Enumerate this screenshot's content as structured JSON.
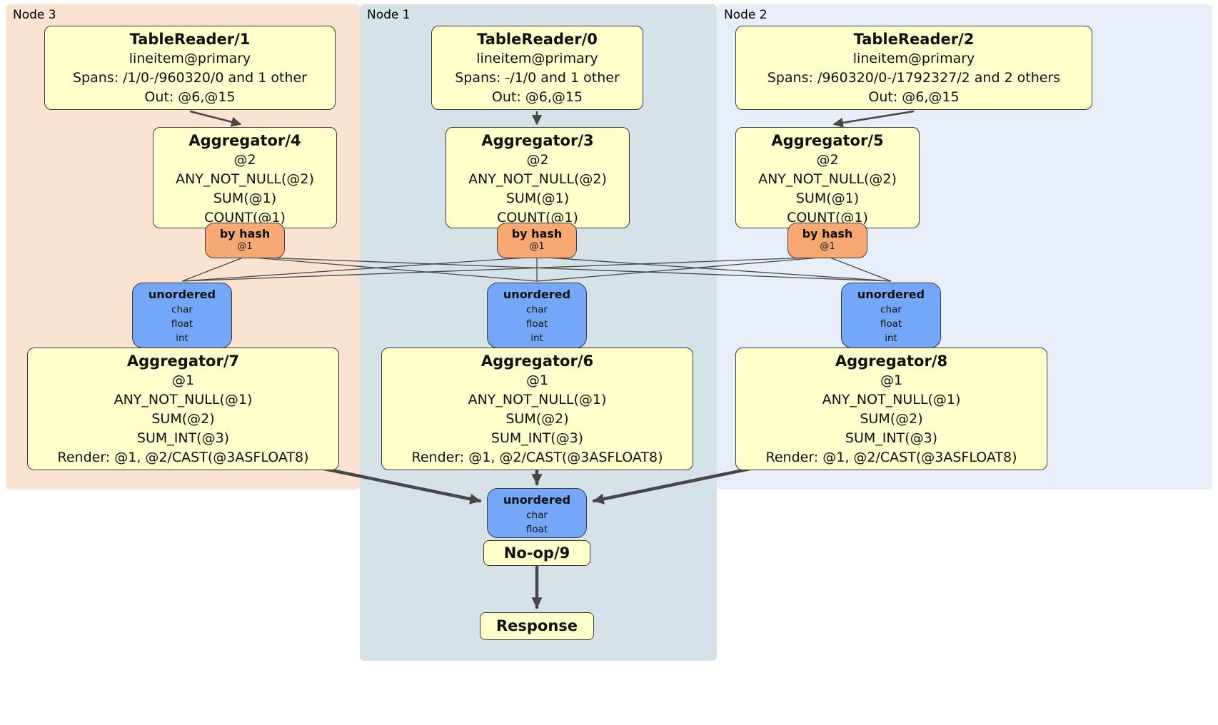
{
  "nodes": [
    {
      "label": "Node 3",
      "tablereader": {
        "title": "TableReader/1",
        "lines": [
          "lineitem@primary",
          "Spans: /1/0-/960320/0 and 1 other",
          "Out: @6,@15"
        ]
      },
      "aggregator_top": {
        "title": "Aggregator/4",
        "lines": [
          "@2",
          "ANY_NOT_NULL(@2)",
          "SUM(@1)",
          "COUNT(@1)"
        ]
      },
      "router": {
        "title": "by hash",
        "detail": "@1"
      },
      "sync": {
        "title": "unordered",
        "lines": [
          "char",
          "float",
          "int"
        ]
      },
      "aggregator_bottom": {
        "title": "Aggregator/7",
        "lines": [
          "@1",
          "ANY_NOT_NULL(@1)",
          "SUM(@2)",
          "SUM_INT(@3)",
          "Render: @1, @2/CAST(@3ASFLOAT8)"
        ]
      }
    },
    {
      "label": "Node 1",
      "tablereader": {
        "title": "TableReader/0",
        "lines": [
          "lineitem@primary",
          "Spans: -/1/0 and 1 other",
          "Out: @6,@15"
        ]
      },
      "aggregator_top": {
        "title": "Aggregator/3",
        "lines": [
          "@2",
          "ANY_NOT_NULL(@2)",
          "SUM(@1)",
          "COUNT(@1)"
        ]
      },
      "router": {
        "title": "by hash",
        "detail": "@1"
      },
      "sync": {
        "title": "unordered",
        "lines": [
          "char",
          "float",
          "int"
        ]
      },
      "aggregator_bottom": {
        "title": "Aggregator/6",
        "lines": [
          "@1",
          "ANY_NOT_NULL(@1)",
          "SUM(@2)",
          "SUM_INT(@3)",
          "Render: @1, @2/CAST(@3ASFLOAT8)"
        ]
      }
    },
    {
      "label": "Node 2",
      "tablereader": {
        "title": "TableReader/2",
        "lines": [
          "lineitem@primary",
          "Spans: /960320/0-/1792327/2 and 2 others",
          "Out: @6,@15"
        ]
      },
      "aggregator_top": {
        "title": "Aggregator/5",
        "lines": [
          "@2",
          "ANY_NOT_NULL(@2)",
          "SUM(@1)",
          "COUNT(@1)"
        ]
      },
      "router": {
        "title": "by hash",
        "detail": "@1"
      },
      "sync": {
        "title": "unordered",
        "lines": [
          "char",
          "float",
          "int"
        ]
      },
      "aggregator_bottom": {
        "title": "Aggregator/8",
        "lines": [
          "@1",
          "ANY_NOT_NULL(@1)",
          "SUM(@2)",
          "SUM_INT(@3)",
          "Render: @1, @2/CAST(@3ASFLOAT8)"
        ]
      }
    }
  ],
  "final": {
    "sync": {
      "title": "unordered",
      "lines": [
        "char",
        "float"
      ]
    },
    "noop_label": "No-op/9",
    "response_label": "Response"
  },
  "colors": {
    "node3_bg": "#fbe3d2",
    "node1_bg": "#d5e2e8",
    "node2_bg": "#e7eef7",
    "processor_bg": "#ffffcb",
    "router_bg": "#f8a872",
    "sync_bg": "#74a7f7",
    "border": "#3a3a3a",
    "edge": "#474747"
  }
}
